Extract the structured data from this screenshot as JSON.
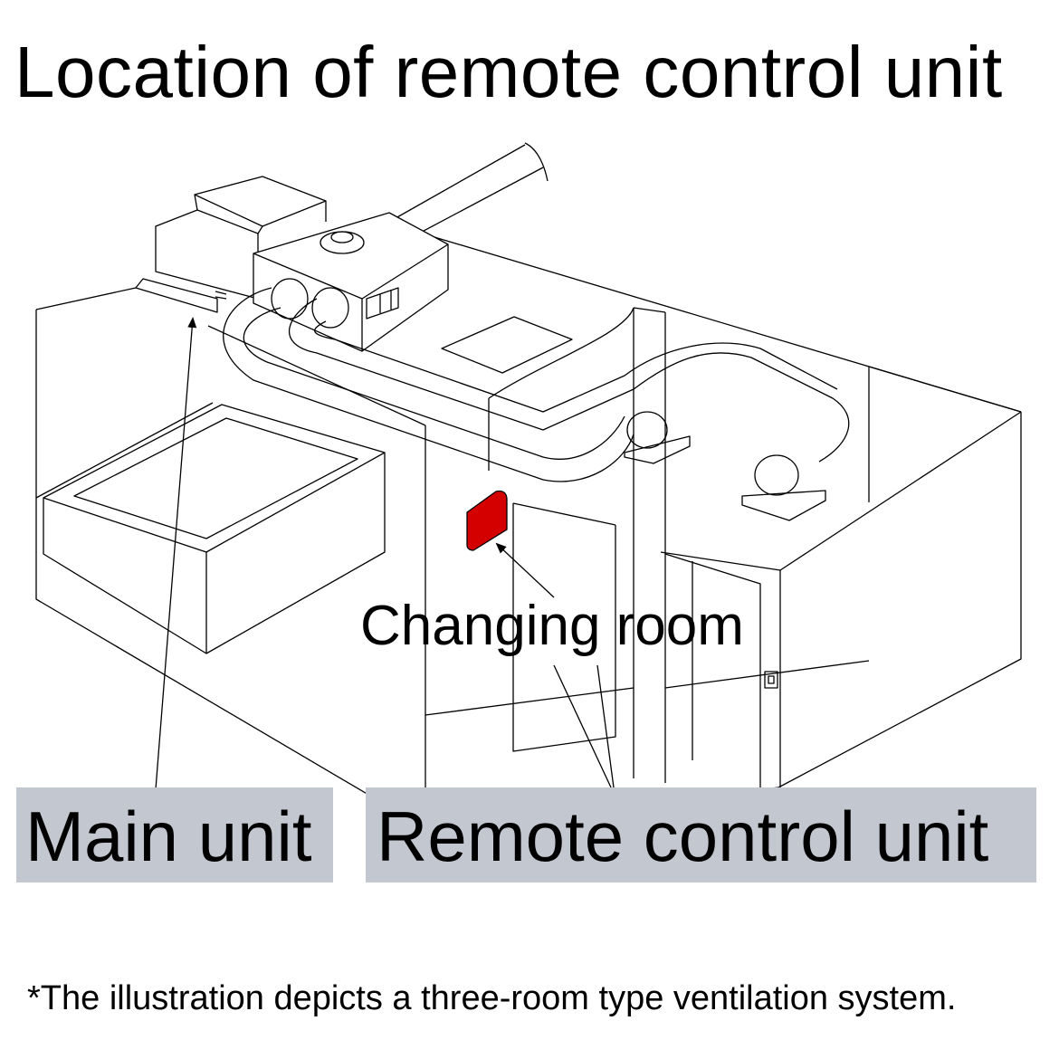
{
  "title": "Location of remote control unit",
  "labels": {
    "main_unit": "Main unit",
    "remote_control_unit": "Remote control unit",
    "changing_room": "Changing room"
  },
  "footnote": "*The illustration depicts a three-room type ventilation system.",
  "colors": {
    "label_background": "#c3c8d0",
    "remote_unit_fill": "#d40000",
    "line": "#000000"
  }
}
